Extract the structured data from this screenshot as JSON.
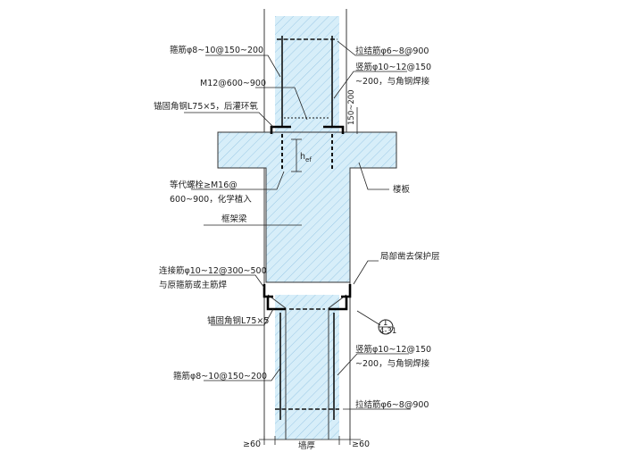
{
  "labels": {
    "stirrup_top": "箍筋φ8~10@150~200",
    "tie_top": "拉结筋φ6~8@900",
    "bolt_top": "M12@600~900",
    "vertical_top_1": "竖筋φ10~12@150",
    "vertical_top_2": "~200，与角钢焊接",
    "angle_top": "锚固角钢L75×5，后灌环氧",
    "dim_150_200": "150~200",
    "anchor_len": "h",
    "anchor_len_sub": "ef",
    "bolt_equiv_1": "等代螺栓≥M16@",
    "bolt_equiv_2": "600~900，化学植入",
    "slab": "楼板",
    "frame_beam": "框架梁",
    "remove_cover": "局部凿去保护层",
    "connect_bar_1": "连接筋φ10~12@300~500",
    "connect_bar_2": "与原箍筋或主筋焊",
    "angle_bottom": "锚固角钢L75×5",
    "section_ref_num": "1",
    "section_ref_sheet": "4-31",
    "vertical_bot_1": "竖筋φ10~12@150",
    "vertical_bot_2": "~200，与角钢焊接",
    "stirrup_bot": "箍筋φ8~10@150~200",
    "tie_bot": "拉结筋φ6~8@900",
    "dim_left": "≥60",
    "dim_mid": "墙厚",
    "dim_right": "≥60"
  },
  "colors": {
    "concrete": "#d7eef9",
    "hatch": "#7fb6da",
    "outline": "#333333",
    "text": "#1e1e1e"
  }
}
